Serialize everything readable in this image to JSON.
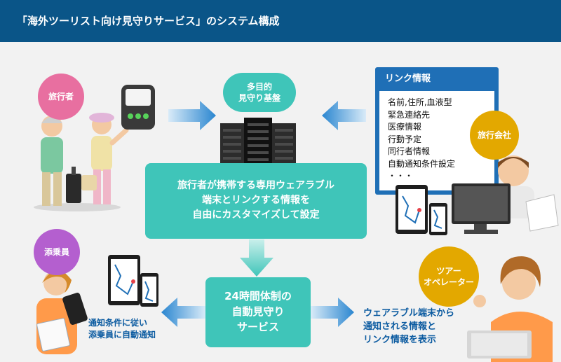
{
  "header": {
    "title": "「海外ツーリスト向け見守りサービス」のシステム構成"
  },
  "nodes": {
    "traveler": "旅行者",
    "platform": [
      "多目的",
      "見守り基盤"
    ],
    "agency": "旅行会社",
    "conductor": "添乗員",
    "operator": [
      "ツアー",
      "オペレーター"
    ]
  },
  "link_info": {
    "title": "リンク情報",
    "items": [
      "名前,住所,血液型",
      "緊急連絡先",
      "医療情報",
      "行動予定",
      "同行者情報",
      "自動通知条件設定",
      "・・・"
    ]
  },
  "customize_box": [
    "旅行者が携帯する専用ウェアラブル",
    "端末とリンクする情報を",
    "自由にカスタマイズして設定"
  ],
  "service_box": [
    "24時間体制の",
    "自動見守り",
    "サービス"
  ],
  "conductor_caption": [
    "通知条件に従い",
    "添乗員に自動通知"
  ],
  "operator_caption": [
    "ウェアラブル端末から",
    "通知される情報と",
    "リンク情報を表示"
  ],
  "colors": {
    "header": "#0a5588",
    "teal": "#3fc5b9",
    "pink": "#e86fa0",
    "yellow": "#e3a800",
    "purple": "#b45fcf",
    "blue": "#1f6fb6",
    "arrow": "#2a86d0"
  }
}
